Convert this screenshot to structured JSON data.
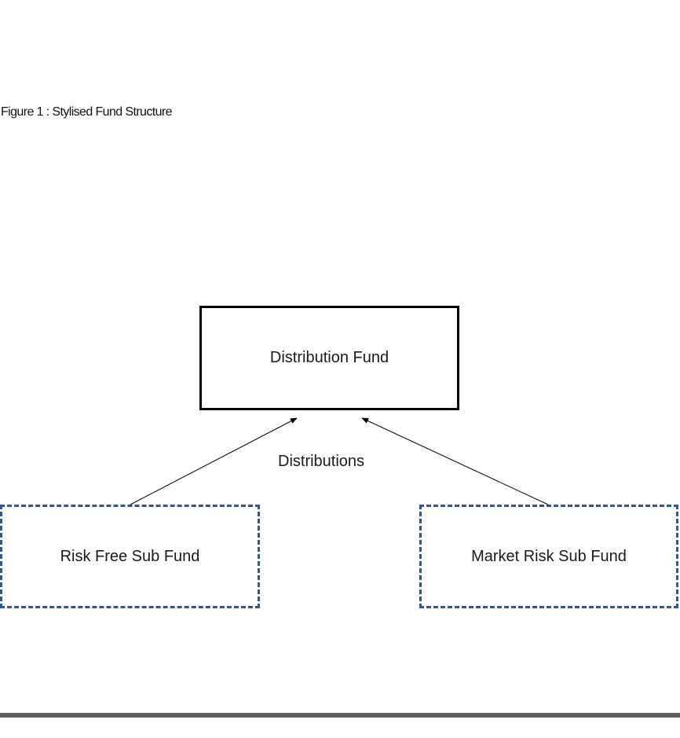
{
  "caption": "Figure 1 : Stylised Fund Structure",
  "nodes": {
    "distribution_fund": "Distribution Fund",
    "risk_free_sub_fund": "Risk Free Sub Fund",
    "market_risk_sub_fund": "Market Risk Sub Fund"
  },
  "edge_label": "Distributions",
  "colors": {
    "parent_border": "#000000",
    "sub_fund_border": "#2f5597",
    "arrow": "#000000",
    "bottom_rule": "#5f5f5f"
  }
}
